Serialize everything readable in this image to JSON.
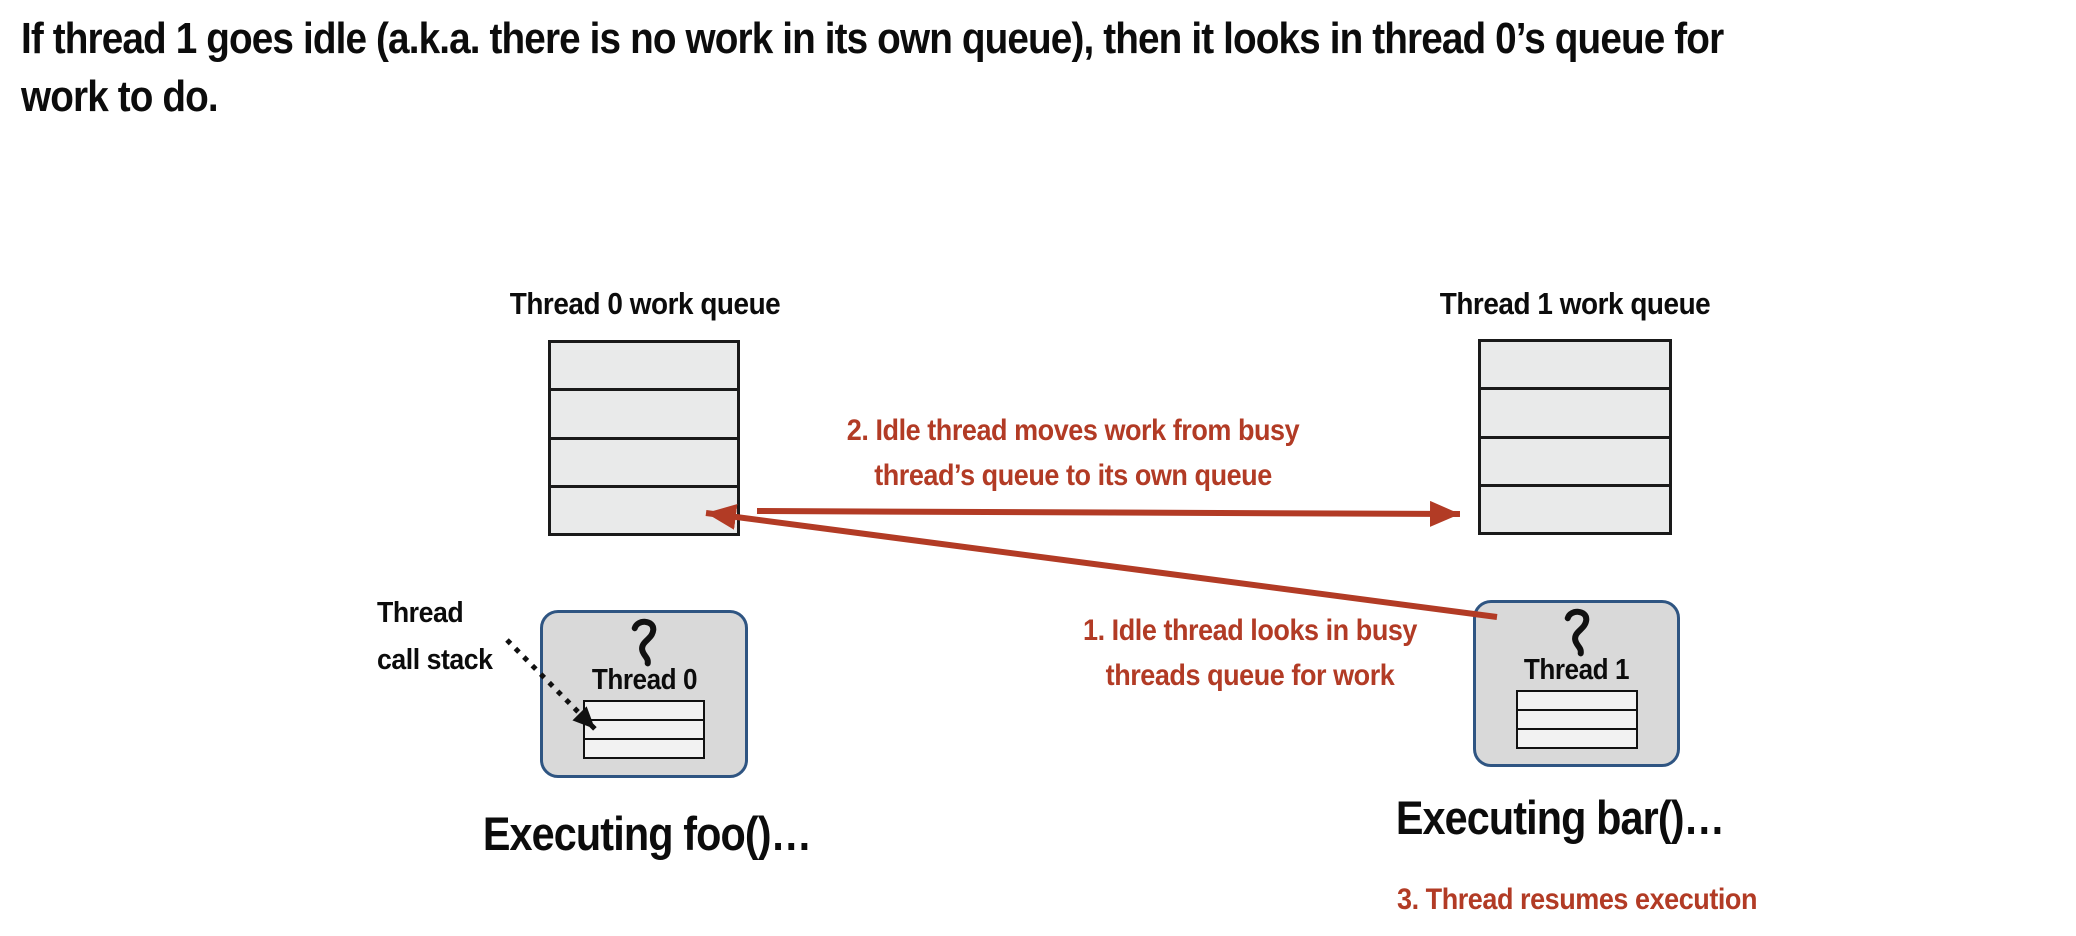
{
  "title": {
    "line1": "If thread 1 goes idle (a.k.a. there is no work in its own queue), then it looks in thread 0’s queue for",
    "line2": "work to do."
  },
  "colors": {
    "accent_red": "#b23b25",
    "queue_fill": "#e9eaea",
    "card_fill": "#d9d9d9",
    "card_border": "#2f5582",
    "text_black": "#0c0c0c"
  },
  "queues": {
    "thread0": {
      "label": "Thread 0 work queue",
      "slots": 4
    },
    "thread1": {
      "label": "Thread 1 work queue",
      "slots": 4
    }
  },
  "threads": {
    "thread0": {
      "name": "Thread 0",
      "caption": "Executing foo()…",
      "stack_slots": 3
    },
    "thread1": {
      "name": "Thread 1",
      "caption": "Executing bar()…",
      "stack_slots": 3
    }
  },
  "annotations": {
    "step1": "1. Idle thread looks in busy\nthreads queue for work",
    "step2": "2. Idle thread moves work from busy\nthread’s queue to its own queue",
    "step3": "3. Thread resumes execution",
    "call_stack_label": "Thread\ncall stack"
  },
  "icons": {
    "thread": "thread-squiggle-icon",
    "steal_arrow": "red-right-arrow",
    "look_arrow": "red-left-arrow",
    "call_stack_pointer": "black-dotted-arrow"
  }
}
